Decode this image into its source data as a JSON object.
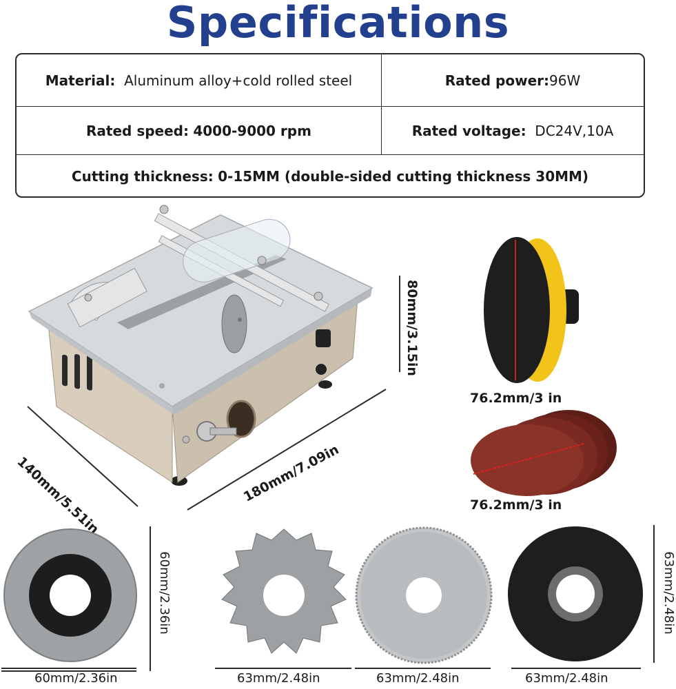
{
  "title": "Specifications",
  "specs": {
    "material_label": "Material:",
    "material_value": "Aluminum alloy+cold rolled steel",
    "rated_power_label": "Rated power:",
    "rated_power_value": "96W",
    "rated_speed_label": "Rated speed:",
    "rated_speed_value": "4000-9000 rpm",
    "rated_voltage_label": "Rated voltage:",
    "rated_voltage_value": "DC24V,10A",
    "cutting_label": "Cutting thickness:",
    "cutting_value": "0-15MM (double-sided cutting thickness 30MM)"
  },
  "machine": {
    "height_dim": "80mm/3.15in",
    "depth_dim": "140mm/5.51in",
    "width_dim": "180mm/7.09in"
  },
  "accessories": {
    "sanding_pad_dim": "76.2mm/3 in",
    "sandpaper_dim": "76.2mm/3 in"
  },
  "blades": [
    {
      "name": "diamond-disc",
      "width_dim": "60mm/2.36in",
      "height_dim": "60mm/2.36in"
    },
    {
      "name": "carbide-blade",
      "width_dim": "63mm/2.48in"
    },
    {
      "name": "hss-blade",
      "width_dim": "63mm/2.48in"
    },
    {
      "name": "resin-cutting-disc",
      "width_dim": "63mm/2.48in",
      "height_dim": "63mm/2.48in"
    }
  ],
  "colors": {
    "title": "#23408e",
    "body_beige": "#d9cdbd",
    "aluminum": "#d7dadc",
    "sandpaper": "#7a2a22",
    "pad_yellow": "#f2c318",
    "dim_line": "#2a2a2a"
  }
}
